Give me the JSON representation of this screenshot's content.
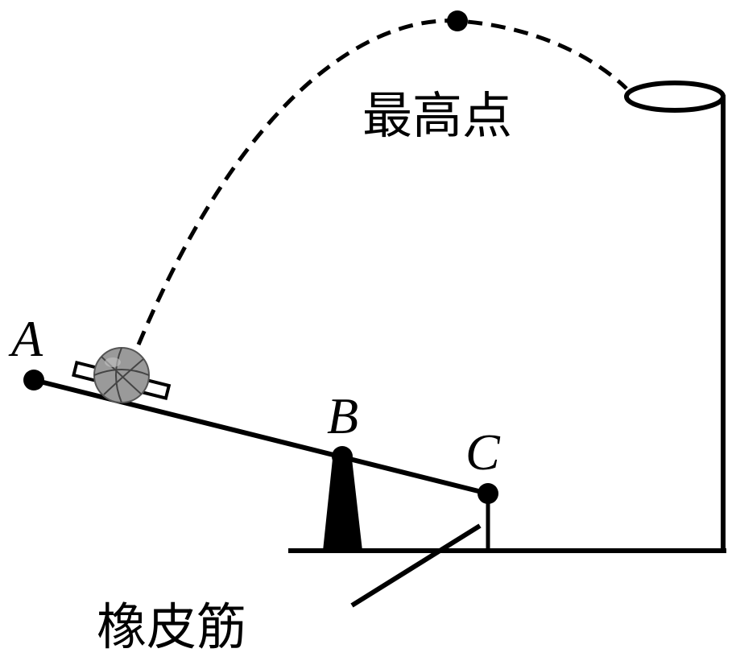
{
  "labels": {
    "point_a": "A",
    "point_b": "B",
    "point_c": "C",
    "highest_point": "最高点",
    "rubber_band": "橡皮筋"
  },
  "colors": {
    "ink": "#000000",
    "ball_fill": "#9a9a9a",
    "background": "#ffffff"
  },
  "icons": {
    "ball": "basketball-icon",
    "hoop": "basketball-hoop"
  }
}
